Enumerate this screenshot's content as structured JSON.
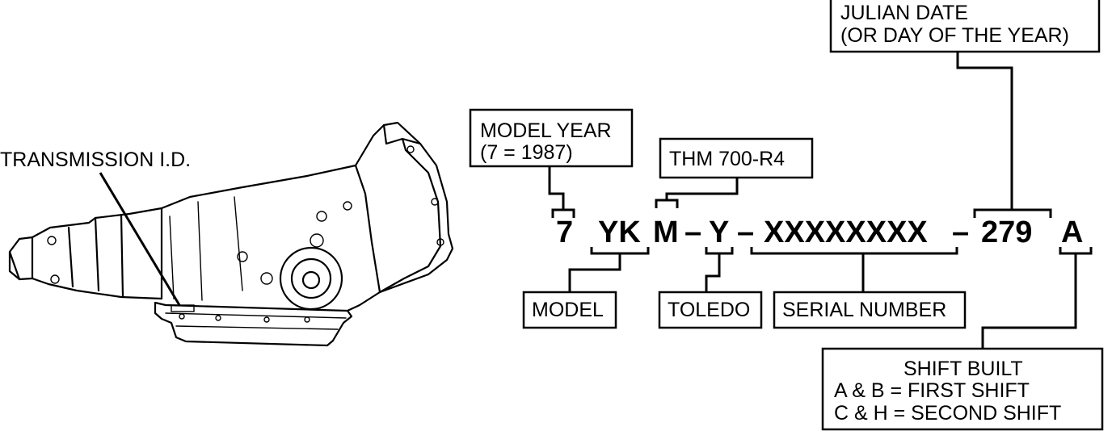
{
  "transmission_label": "TRANSMISSION I.D.",
  "code": {
    "model_year": "7",
    "model": "YK",
    "thm": "M",
    "dash1": "–",
    "plant": "Y",
    "dash2": "–",
    "serial": "XXXXXXXX",
    "dash3": "–",
    "julian": "279",
    "shift": "A"
  },
  "labels": {
    "model_year": [
      "MODEL YEAR",
      "(7 = 1987)"
    ],
    "thm": [
      "THM 700-R4"
    ],
    "julian": [
      "JULIAN DATE",
      "(OR DAY OF THE YEAR)"
    ],
    "model": [
      "MODEL"
    ],
    "toledo": [
      "TOLEDO"
    ],
    "serial": [
      "SERIAL NUMBER"
    ],
    "shift": [
      "SHIFT BUILT",
      "A & B  =  FIRST SHIFT",
      "C & H  =  SECOND SHIFT"
    ]
  },
  "icons": [
    "transmission-illustration"
  ]
}
